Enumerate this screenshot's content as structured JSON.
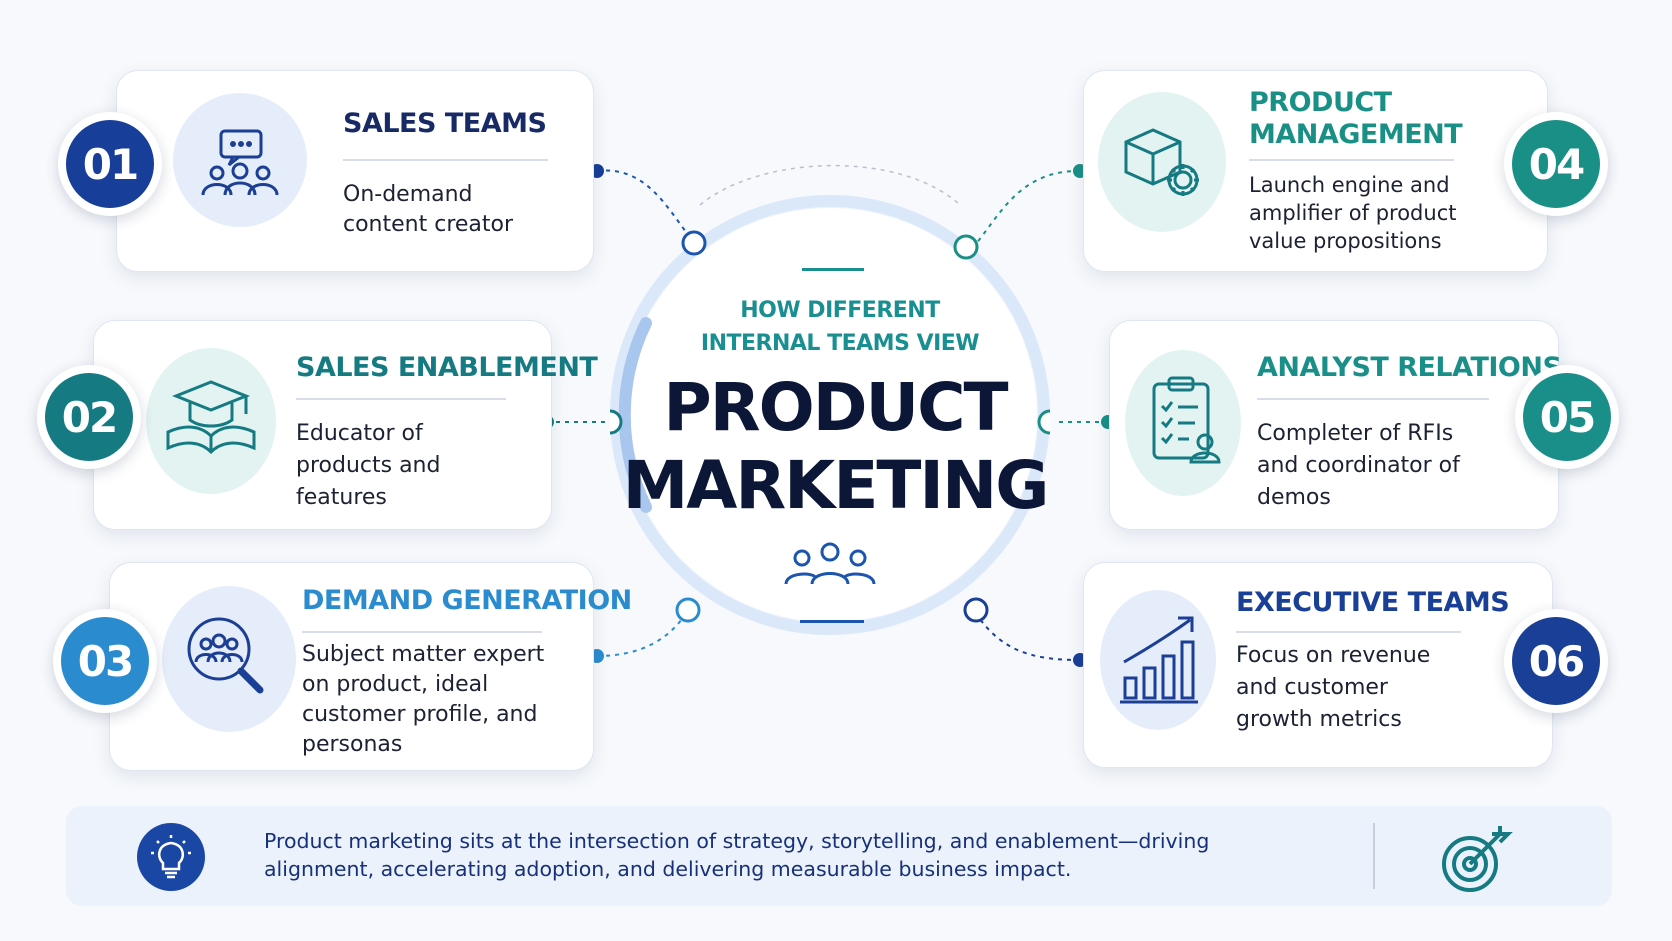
{
  "center": {
    "subtitle": "HOW DIFFERENT\nINTERNAL TEAMS VIEW",
    "title_line1": "PRODUCT",
    "title_line2": "MARKETING",
    "icon": "people-group-icon"
  },
  "teams": [
    {
      "number": "01",
      "title": "SALES TEAMS",
      "description": "On-demand content creator",
      "icon": "chat-group-icon",
      "color": "#173e98"
    },
    {
      "number": "02",
      "title": "SALES ENABLEMENT",
      "description": "Educator of products and features",
      "icon": "graduation-book-icon",
      "color": "#157a82"
    },
    {
      "number": "03",
      "title": "DEMAND GENERATION",
      "description": "Subject matter expert on product, ideal customer profile, and personas",
      "icon": "search-people-icon",
      "color": "#2a8ccf"
    },
    {
      "number": "04",
      "title": "PRODUCT MANAGEMENT",
      "description": "Launch engine and amplifier of product value propositions",
      "icon": "box-gear-icon",
      "color": "#1a8f86"
    },
    {
      "number": "05",
      "title": "ANALYST RELATIONS",
      "description": "Completer of RFIs and coordinator of demos",
      "icon": "clipboard-checklist-icon",
      "color": "#1a8f8a"
    },
    {
      "number": "06",
      "title": "EXECUTIVE TEAMS",
      "description": "Focus on revenue and customer growth metrics",
      "icon": "growth-chart-icon",
      "color": "#1a3f96"
    }
  ],
  "footer": {
    "text": "Product marketing sits at the intersection of strategy, storytelling, and enablement—driving alignment, accelerating adoption, and delivering measurable business impact.",
    "left_icon": "lightbulb-icon",
    "right_icon": "target-icon"
  }
}
